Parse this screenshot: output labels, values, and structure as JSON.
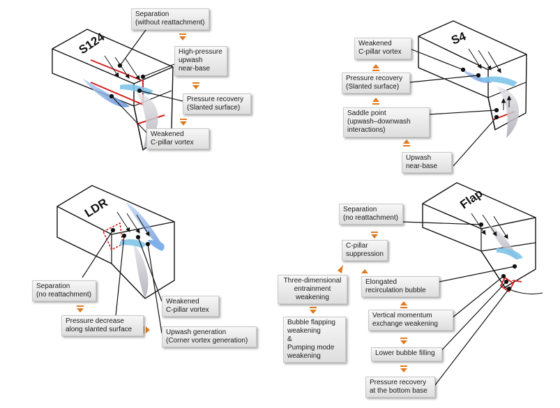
{
  "panels": {
    "s124": {
      "name": "S124",
      "labels": {
        "separation": "Separation\n(without reattachment)",
        "upwash": "High-pressure\nupwash\nnear-base",
        "pressure": "Pressure recovery\n(Slanted surface)",
        "vortex": "Weakened\nC-pillar vortex"
      }
    },
    "s4": {
      "name": "S4",
      "labels": {
        "vortex": "Weakened\nC-pillar vortex",
        "pressure": "Pressure recovery\n(Slanted surface)",
        "saddle": "Saddle point\n(upwash–downwash\ninteractions)",
        "upwash": "Upwash\nnear-base"
      }
    },
    "ldr": {
      "name": "LDR",
      "labels": {
        "separation": "Separation\n(no reattachment)",
        "pressure": "Pressure decrease\nalong slanted surface",
        "vortex": "Weakened\nC-pillar vortex",
        "upwash": "Upwash generation\n(Corner vortex generation)"
      }
    },
    "flap": {
      "name": "Flap",
      "labels": {
        "separation": "Separation\n(no reattachment)",
        "cpillar": "C-pillar\nsuppression",
        "entrainment": "Three-dimensional\nentrainment\nweakening",
        "bubble_flap": "Bubble flapping\nweakening\n&\nPumping mode\nweakening",
        "elongated": "Elongated\nrecirculation bubble",
        "vertical": "Vertical momentum\nexchange weakening",
        "lower": "Lower bubble filling",
        "recovery": "Pressure recovery\nat the bottom base"
      }
    }
  },
  "colors": {
    "arrow": "#e07a1f",
    "vortex": "#7aa6e0",
    "wake": "#cfcfd6",
    "red": "#d42020",
    "flow": "#2a2a2a"
  }
}
